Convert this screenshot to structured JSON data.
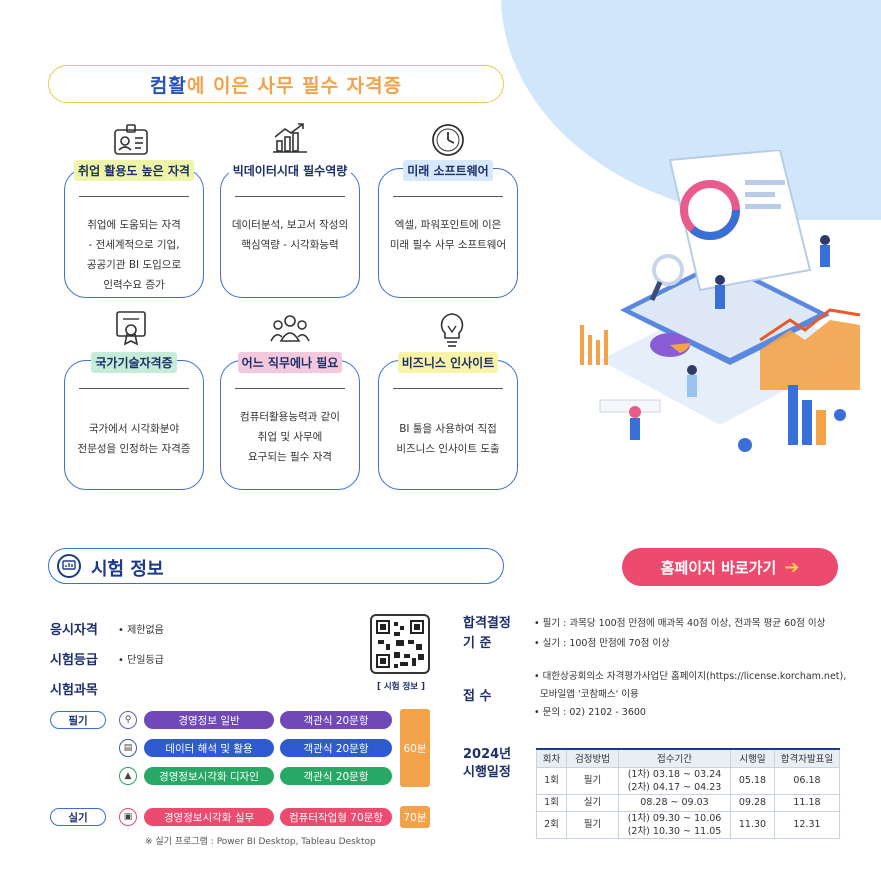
{
  "header": {
    "highlight": "컴활",
    "rest": "에 이은 사무 필수 자격증"
  },
  "cards": [
    {
      "icon": "id-card-icon",
      "label": "취업 활용도 높은 자격",
      "label_bg": "#eef5a8",
      "body": "취업에 도움되는 자격\n- 전세계적으로 기업,\n공공기관 BI 도입으로\n인력수요 증가"
    },
    {
      "icon": "bar-chart-icon",
      "label": "빅데이터시대 필수역량",
      "label_bg": "#ffffff",
      "body": "데이터분석, 보고서 작성의\n핵심역량 - 시각화능력"
    },
    {
      "icon": "clock-icon",
      "label": "미래  소프트웨어",
      "label_bg": "#d8e8fb",
      "body": "엑셀, 파워포인트에 이은\n미래 필수 사무 소프트웨어"
    },
    {
      "icon": "certificate-icon",
      "label": "국가기술자격증",
      "label_bg": "#c5ecd7",
      "body": "국가에서 시각화분야\n전문성을 인정하는 자격증"
    },
    {
      "icon": "people-icon",
      "label": "어느 직무에나 필요",
      "label_bg": "#f5c9dd",
      "body": "컴퓨터활용능력과 같이\n취업 및 사무에\n요구되는 필수 자격"
    },
    {
      "icon": "lightbulb-icon",
      "label": "비즈니스 인사이트",
      "label_bg": "#f7f4a8",
      "body": "BI 툴을 사용하여 직접\n비즈니스 인사이트 도출"
    }
  ],
  "exam": {
    "title": "시험 정보"
  },
  "homepage": {
    "label": "홈페이지 바로가기",
    "arrow": "➔"
  },
  "info": {
    "qual_label": "응시자격",
    "qual_value": "• 제한없음",
    "grade_label": "시험등급",
    "grade_value": "• 단일등급",
    "subject_label": "시험과목",
    "qr_caption": "[ 시험 정보 ]"
  },
  "written": {
    "type": "필기",
    "subjects": [
      {
        "name": "경영정보 일반",
        "format": "객관식 20문항",
        "color": "#7048b8"
      },
      {
        "name": "데이터 해석 및 활용",
        "format": "객관식 20문항",
        "color": "#2f5bd0"
      },
      {
        "name": "경영정보시각화 디자인",
        "format": "객관식 20문항",
        "color": "#28a865"
      }
    ],
    "time": "60분"
  },
  "practical": {
    "type": "실기",
    "subject": "경영정보시각화 실무",
    "format": "컴퓨터작업형 70문항",
    "time": "70분"
  },
  "note": "※ 실기 프로그램 : Power BI Desktop, Tableau Desktop",
  "pass": {
    "label_1": "합격결정",
    "label_2": "기      준",
    "line_1": "• 필기 : 과목당 100점 만점에 매과목 40점 이상, 전과목 평균 60점 이상",
    "line_2": "• 실기 : 100점 만점에 70점 이상"
  },
  "apply": {
    "label": "접      수",
    "line_1": "• 대한상공회의소 자격평가사업단 홈페이지(https://license.korcham.net),",
    "line_2": "  모바일앱 '코참패스' 이용",
    "line_3": "• 문의 : 02) 2102 - 3600"
  },
  "schedule": {
    "label_1": "2024년",
    "label_2": "시행일정",
    "headers": [
      "회차",
      "검정방법",
      "접수기간",
      "시행일",
      "합격자발표일"
    ],
    "rows": [
      {
        "round": "1회",
        "method": "필기",
        "period_1": "(1차) 03.18 ~ 03.24",
        "period_2": "(2차) 04.17 ~ 04.23",
        "date": "05.18",
        "result": "06.18"
      },
      {
        "round": "1회",
        "method": "실기",
        "period_1": "08.28 ~ 09.03",
        "period_2": "",
        "date": "09.28",
        "result": "11.18"
      },
      {
        "round": "2회",
        "method": "필기",
        "period_1": "(1차) 09.30 ~ 10.06",
        "period_2": "(2차) 10.30 ~ 11.05",
        "date": "11.30",
        "result": "12.31"
      }
    ]
  }
}
